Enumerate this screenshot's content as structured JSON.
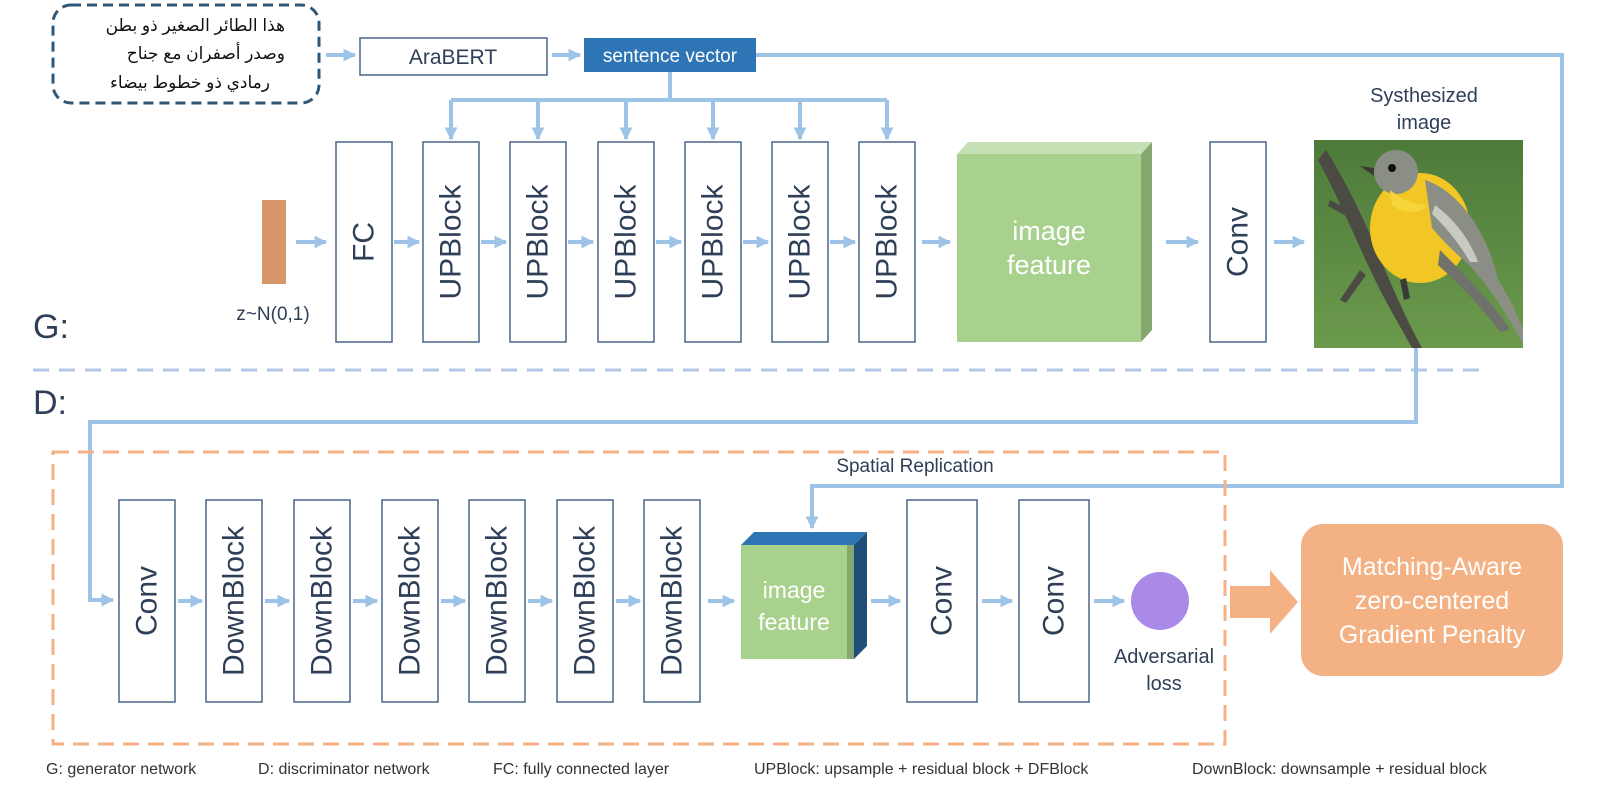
{
  "text_prompt": {
    "lines": [
      "هذا الطائر الصغير ذو بطن",
      "وصدر أصفران مع جناح",
      "رمادي ذو خطوط بيضاء"
    ]
  },
  "encoder": {
    "label": "AraBERT"
  },
  "sentence_vector": {
    "label": "sentence vector"
  },
  "generator": {
    "label": "G:",
    "noise_label": "z~N(0,1)",
    "fc_label": "FC",
    "upblocks": [
      "UPBlock",
      "UPBlock",
      "UPBlock",
      "UPBlock",
      "UPBlock",
      "UPBlock"
    ],
    "image_feature": {
      "line1": "image",
      "line2": "feature"
    },
    "conv_label": "Conv",
    "synth_caption": {
      "line1": "Systhesized",
      "line2": "image"
    }
  },
  "discriminator": {
    "label": "D:",
    "conv_in_label": "Conv",
    "downblocks": [
      "DownBlock",
      "DownBlock",
      "DownBlock",
      "DownBlock",
      "DownBlock",
      "DownBlock"
    ],
    "spatial_replication": "Spatial Replication",
    "image_feature": {
      "line1": "image",
      "line2": "feature"
    },
    "conv_after": [
      "Conv",
      "Conv"
    ],
    "adversarial_loss": {
      "line1": "Adversarial",
      "line2": "loss"
    }
  },
  "penalty": {
    "line1": "Matching-Aware",
    "line2": "zero-centered",
    "line3": "Gradient Penalty"
  },
  "legend": [
    {
      "term": "G",
      "desc": ": generator network"
    },
    {
      "term": "D",
      "desc": ": discriminator network"
    },
    {
      "term": "FC",
      "desc": ": fully connected layer"
    },
    {
      "term": "UPBlock",
      "desc": ": upsample + residual block + DFBlock"
    },
    {
      "term": "DownBlock",
      "desc": ": downsample + residual block"
    }
  ],
  "colors": {
    "arrow": "#9dc3e6",
    "block_border": "#3d5a80",
    "sentence_vector": "#2e75b6",
    "noise": "#d9956a",
    "image_feature": "#a9d18e",
    "feature_cap": "#2e75b6",
    "dashed_box": "#f4b183",
    "penalty": "#f4b183",
    "loss_circle": "#a98ae6",
    "separator": "#b4c7e7",
    "prompt_border": "#2f5878"
  }
}
